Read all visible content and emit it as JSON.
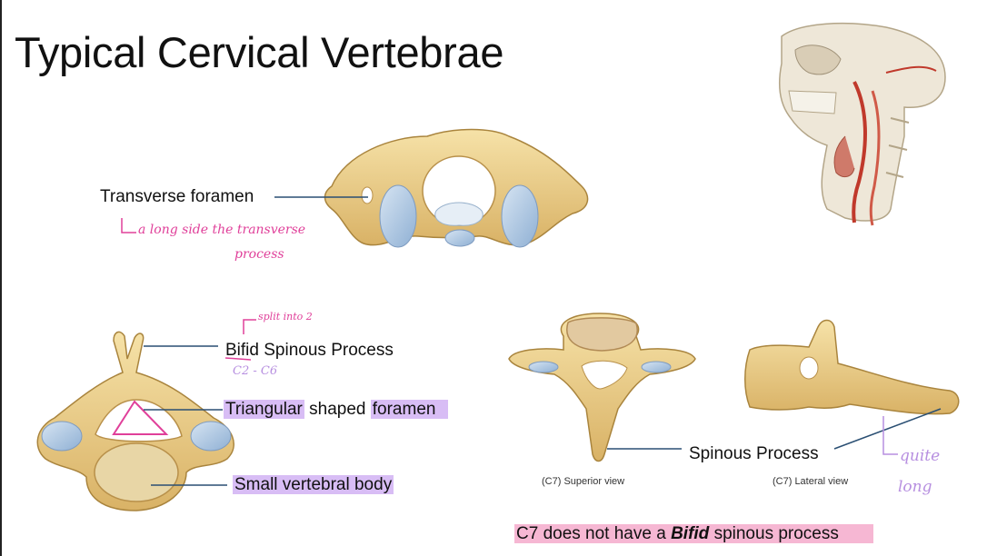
{
  "slide": {
    "title": "Typical Cervical Vertebrae"
  },
  "labels": {
    "transverse_foramen": "Transverse foramen",
    "bifid_word": "Bifid",
    "spinous_process_rest": " Spinous Process",
    "triangular_word": "Triangular",
    "shaped_word": " shaped ",
    "foramen_word": "foramen",
    "small_vertebral_body": "Small vertebral body",
    "spinous_process": "Spinous Process",
    "c7_prefix": "C7 does not have a ",
    "c7_bifid": "Bifid",
    "c7_suffix": " spinous process"
  },
  "captions": {
    "superior": "(C7) Superior view",
    "lateral": "(C7) Lateral view"
  },
  "handwriting": {
    "note_transverse_line1": "a long side the transverse",
    "note_transverse_line2": "process",
    "note_split": "split into 2",
    "note_c2": "C2 - C6",
    "note_quite": "quite",
    "note_long": "long"
  },
  "colors": {
    "highlight_purple": "#d8bdf5",
    "highlight_pink": "#f6b7d3",
    "bone": "#f0d89a",
    "bone_shadow": "#c9a25c",
    "cartilage": "#a9c3e0",
    "pointer_line": "#2a4f73",
    "ink_pink": "#e0409a",
    "ink_purple": "#b78fe0"
  }
}
